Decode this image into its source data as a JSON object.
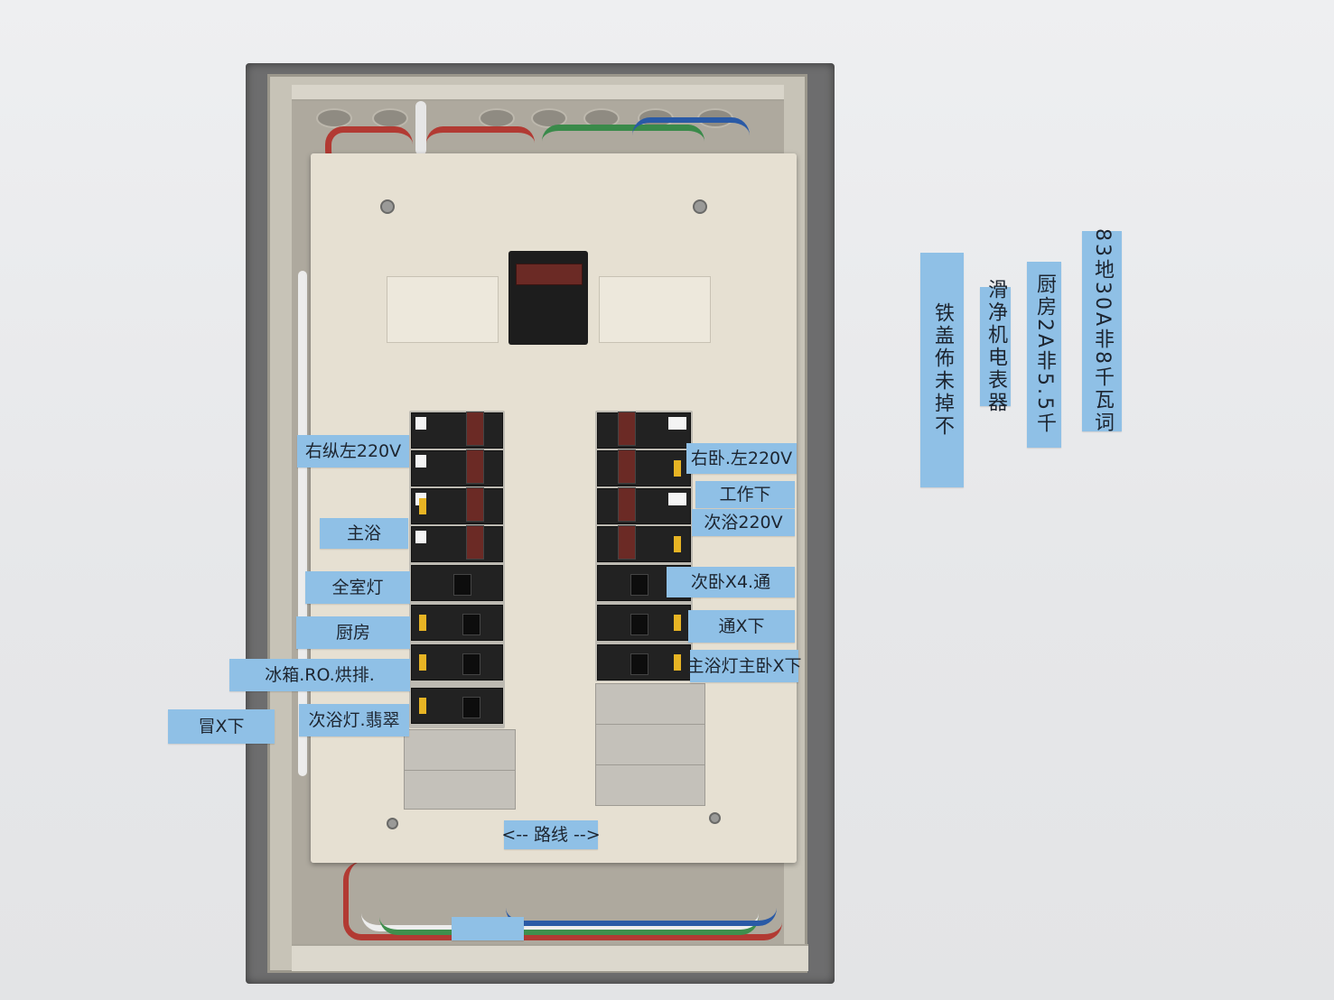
{
  "labels": {
    "left": [
      {
        "text": "右纵左220V"
      },
      {
        "text": "主浴"
      },
      {
        "text": "全室灯"
      },
      {
        "text": "厨房"
      },
      {
        "text": "冰箱.RO.烘排."
      },
      {
        "text": "次浴灯.翡翠"
      },
      {
        "text": "冒X下"
      }
    ],
    "right": [
      {
        "text": "右卧.左220V"
      },
      {
        "text": "工作下"
      },
      {
        "text": "次浴220V"
      },
      {
        "text": "次卧X4.通"
      },
      {
        "text": "通X下"
      },
      {
        "text": "主浴灯主卧X下"
      }
    ],
    "bottom": {
      "text": "<-- 路线 -->"
    },
    "vertical": [
      {
        "text": "铁盖佈未掉不"
      },
      {
        "text": "滑净机电表器"
      },
      {
        "text": "厨房2A非5.5千"
      },
      {
        "text": "83地30A非8千瓦词"
      }
    ]
  }
}
